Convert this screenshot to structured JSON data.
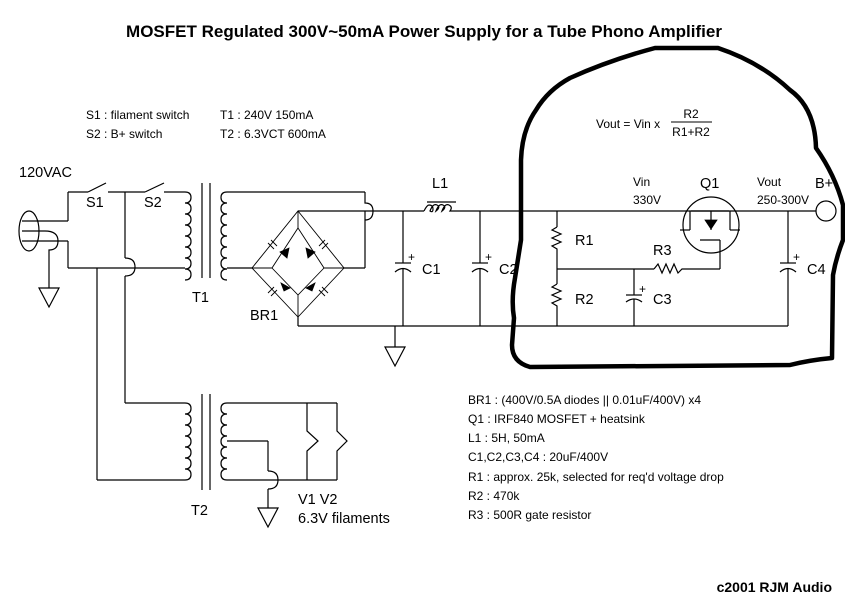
{
  "title": "MOSFET Regulated 300V~50mA Power Supply for a Tube Phono Amplifier",
  "credit": "c2001 RJM Audio",
  "switch_notes": [
    {
      "ref": "S1",
      "desc": "S1 : filament switch"
    },
    {
      "ref": "S2",
      "desc": "S2 : B+ switch"
    }
  ],
  "transformer_notes": [
    {
      "ref": "T1",
      "desc": "T1 : 240V  150mA"
    },
    {
      "ref": "T2",
      "desc": "T2 : 6.3VCT 600mA"
    }
  ],
  "formula": {
    "lhs": "Vout = Vin x",
    "numerator": "R2",
    "denominator": "R1+R2"
  },
  "labels": {
    "mains": "120VAC",
    "s1": "S1",
    "s2": "S2",
    "t1": "T1",
    "t2": "T2",
    "br1": "BR1",
    "l1": "L1",
    "c1": "C1",
    "c2": "C2",
    "c3": "C3",
    "c4": "C4",
    "r1": "R1",
    "r2": "R2",
    "r3": "R3",
    "q1": "Q1",
    "vin_name": "Vin",
    "vin_value": "330V",
    "vout_name": "Vout",
    "vout_value": "250-300V",
    "bplus": "B+",
    "filaments_tubes": "V1  V2",
    "filaments_voltage": "6.3V filaments",
    "cap_plus": "+"
  },
  "parts_list": [
    "BR1 : (400V/0.5A diodes || 0.01uF/400V) x4",
    "Q1 : IRF840 MOSFET + heatsink",
    "L1 : 5H, 50mA",
    "C1,C2,C3,C4 : 20uF/400V",
    "R1 : approx. 25k, selected for req'd voltage drop",
    "R2 : 470k",
    "R3 : 500R gate resistor"
  ]
}
